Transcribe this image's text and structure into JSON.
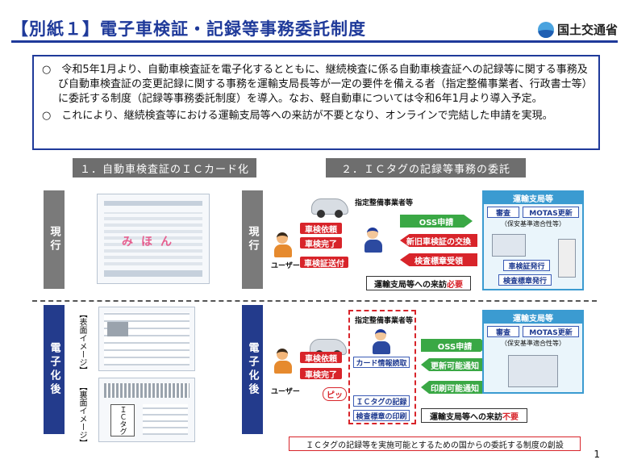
{
  "header": {
    "title": "【別紙１】電子車検証・記録等事務委託制度",
    "logo_text": "国土交通省"
  },
  "summary": {
    "points": [
      "○　令和5年1月より、自動車検査証を電子化するとともに、継続検査に係る自動車検査証への記録等に関する事務及び自動車検査証の変更記録に関する事務を運輸支局長等が一定の要件を備える者（指定整備事業者、行政書士等）に委託する制度（記録等事務委託制度）を導入。なお、軽自動車については令和6年1月より導入予定。",
      "○　これにより、継続検査等における運輸支局等への来訪が不要となり、オンラインで完結した申請を実現。"
    ]
  },
  "sections": {
    "left_heading": "１．自動車検査証のＩＣカード化",
    "right_heading": "２．ＩＣタグの記録等事務の委託"
  },
  "labels": {
    "current": "現行",
    "digital": "電子化後"
  },
  "left_panel": {
    "sample_stamp": "みほん",
    "front_label": "【表面イメージ】",
    "back_label": "【裏面イメージ】",
    "ic_tag_label": "ＩＣタグ"
  },
  "current_flow": {
    "workshop_label": "指定整備事業者等",
    "user_label": "ユーザー",
    "office_title": "運輸支局等",
    "office_btn1": "審査",
    "office_btn2": "MOTAS更新",
    "office_note": "（保安基準適合性等）",
    "req_btn": "車検依頼",
    "done_btn": "車検完了",
    "cert_send": "車検証送付",
    "oss": "OSS申請",
    "exchange": "新旧車検証の交換",
    "sticker_recv": "検査標章受領",
    "issue_cert": "車検証発行",
    "issue_sticker": "検査標章発行",
    "visit_needed": "運輸支局等への来訪",
    "visit_needed_word": "必要"
  },
  "digital_flow": {
    "workshop_label": "指定整備事業者等",
    "user_label": "ユーザー",
    "office_title": "運輸支局等",
    "office_btn1": "審査",
    "office_btn2": "MOTAS更新",
    "office_note": "（保安基準適合性等）",
    "req_btn": "車検依頼",
    "done_btn": "車検完了",
    "oss": "OSS申請",
    "card_read": "カード情報読取",
    "update_ok": "更新可能通知",
    "print_ok": "印刷可能通知",
    "beep": "ピッ",
    "ic_record": "ＩＣタグの記録",
    "sticker_print": "検査標章の印刷",
    "visit_unneeded": "運輸支局等への来訪",
    "visit_unneeded_word": "不要"
  },
  "footnote": "ＩＣタグの記録等を実施可能とするための国からの委託する制度の創設",
  "page_number": "1",
  "colors": {
    "navy": "#1f3a9a",
    "red": "#d8242a",
    "green": "#3aa845",
    "teal": "#3b9bd1"
  }
}
